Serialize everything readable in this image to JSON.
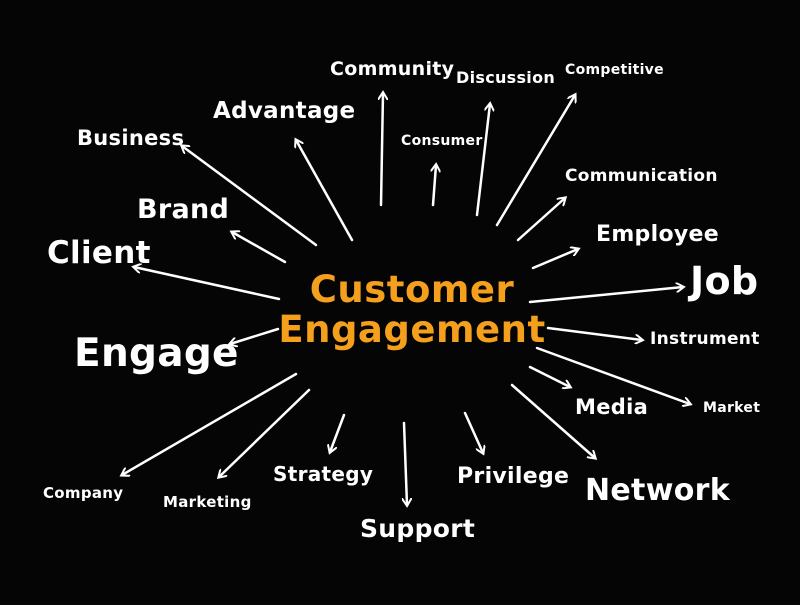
{
  "center": {
    "line1": "Customer",
    "line2": "Engagement"
  },
  "terms": {
    "community": "Community",
    "discussion": "Discussion",
    "competitive": "Competitive",
    "advantage": "Advantage",
    "business": "Business",
    "consumer": "Consumer",
    "communication": "Communication",
    "brand": "Brand",
    "employee": "Employee",
    "client": "Client",
    "job": "Job",
    "engage": "Engage",
    "instrument": "Instrument",
    "media": "Media",
    "market": "Market",
    "company": "Company",
    "marketing": "Marketing",
    "strategy": "Strategy",
    "privilege": "Privilege",
    "network": "Network",
    "support": "Support"
  },
  "colors": {
    "background": "#050505",
    "center_text": "#f5a01d",
    "terms_text": "#ffffff",
    "arrows": "#ffffff"
  }
}
